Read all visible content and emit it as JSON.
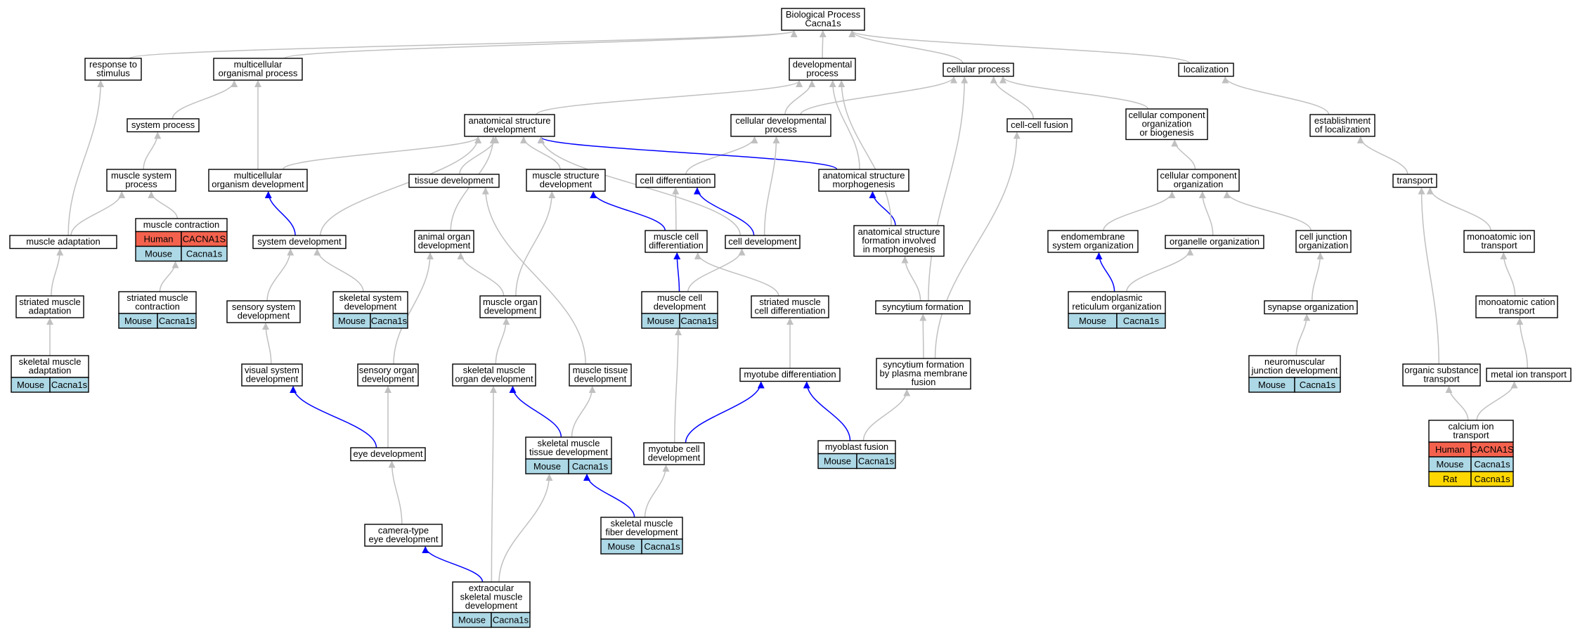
{
  "colors": {
    "edge_gray": "#c0c0c0",
    "edge_blue": "#0000ff",
    "human": "#f4624e",
    "mouse": "#add8e6",
    "rat": "#ffd700",
    "node_stroke": "#000000"
  },
  "nodes": {
    "bp": {
      "lines": [
        "Biological Process",
        "Cacna1s"
      ]
    },
    "resp": {
      "lines": [
        "response to",
        "stimulus"
      ]
    },
    "multi": {
      "lines": [
        "multicellular",
        "organismal process"
      ]
    },
    "devp": {
      "lines": [
        "developmental",
        "process"
      ]
    },
    "cellp": {
      "lines": [
        "cellular process"
      ]
    },
    "loc": {
      "lines": [
        "localization"
      ]
    },
    "asd": {
      "lines": [
        "anatomical structure",
        "development"
      ]
    },
    "cdp": {
      "lines": [
        "cellular developmental",
        "process"
      ]
    },
    "ccf": {
      "lines": [
        "cell-cell fusion"
      ]
    },
    "ccob": {
      "lines": [
        "cellular component",
        "organization",
        "or biogenesis"
      ]
    },
    "eol": {
      "lines": [
        "establishment",
        "of localization"
      ]
    },
    "sysp": {
      "lines": [
        "system process"
      ]
    },
    "msp": {
      "lines": [
        "muscle system",
        "process"
      ]
    },
    "mod": {
      "lines": [
        "multicellular",
        "organism development"
      ]
    },
    "tisd": {
      "lines": [
        "tissue development"
      ]
    },
    "msd": {
      "lines": [
        "muscle structure",
        "development"
      ]
    },
    "cdiff": {
      "lines": [
        "cell differentiation"
      ]
    },
    "asm": {
      "lines": [
        "anatomical structure",
        "morphogenesis"
      ]
    },
    "cco": {
      "lines": [
        "cellular component",
        "organization"
      ]
    },
    "trans": {
      "lines": [
        "transport"
      ]
    },
    "mcon": {
      "lines": [
        "muscle contraction"
      ],
      "genes": [
        [
          "Human",
          "CACNA1S"
        ],
        [
          "Mouse",
          "Cacna1s"
        ]
      ]
    },
    "madapt": {
      "lines": [
        "muscle adaptation"
      ]
    },
    "sysd": {
      "lines": [
        "system development"
      ]
    },
    "aod": {
      "lines": [
        "animal organ",
        "development"
      ]
    },
    "mcd": {
      "lines": [
        "muscle cell",
        "differentiation"
      ]
    },
    "celld": {
      "lines": [
        "cell development"
      ]
    },
    "asfim": {
      "lines": [
        "anatomical structure",
        "formation involved",
        "in morphogenesis"
      ]
    },
    "emso": {
      "lines": [
        "endomembrane",
        "system organization"
      ]
    },
    "orgo": {
      "lines": [
        "organelle organization"
      ]
    },
    "cjo": {
      "lines": [
        "cell junction",
        "organization"
      ]
    },
    "mit": {
      "lines": [
        "monoatomic ion",
        "transport"
      ]
    },
    "sma": {
      "lines": [
        "striated muscle",
        "adaptation"
      ]
    },
    "smc": {
      "lines": [
        "striated muscle",
        "contraction"
      ],
      "genes": [
        [
          "Mouse",
          "Cacna1s"
        ]
      ]
    },
    "ssd": {
      "lines": [
        "sensory system",
        "development"
      ]
    },
    "sksd": {
      "lines": [
        "skeletal system",
        "development"
      ],
      "genes": [
        [
          "Mouse",
          "Cacna1s"
        ]
      ]
    },
    "mod2": {
      "lines": [
        "muscle organ",
        "development"
      ]
    },
    "mcdev": {
      "lines": [
        "muscle cell",
        "development"
      ],
      "genes": [
        [
          "Mouse",
          "Cacna1s"
        ]
      ]
    },
    "smcd": {
      "lines": [
        "striated muscle",
        "cell differentiation"
      ]
    },
    "syncf": {
      "lines": [
        "syncytium formation"
      ]
    },
    "ero": {
      "lines": [
        "endoplasmic",
        "reticulum organization"
      ],
      "genes": [
        [
          "Mouse",
          "Cacna1s"
        ]
      ]
    },
    "syno": {
      "lines": [
        "synapse organization"
      ]
    },
    "mct": {
      "lines": [
        "monoatomic cation",
        "transport"
      ]
    },
    "skma": {
      "lines": [
        "skeletal muscle",
        "adaptation"
      ],
      "genes": [
        [
          "Mouse",
          "Cacna1s"
        ]
      ]
    },
    "vsd": {
      "lines": [
        "visual system",
        "development"
      ]
    },
    "sod": {
      "lines": [
        "sensory organ",
        "development"
      ]
    },
    "skmod": {
      "lines": [
        "skeletal muscle",
        "organ development"
      ]
    },
    "mtd": {
      "lines": [
        "muscle tissue",
        "development"
      ]
    },
    "myod": {
      "lines": [
        "myotube differentiation"
      ]
    },
    "sfpm": {
      "lines": [
        "syncytium formation",
        "by plasma membrane",
        "fusion"
      ]
    },
    "njd": {
      "lines": [
        "neuromuscular",
        "junction development"
      ],
      "genes": [
        [
          "Mouse",
          "Cacna1s"
        ]
      ]
    },
    "ost": {
      "lines": [
        "organic substance",
        "transport"
      ]
    },
    "mitr": {
      "lines": [
        "metal ion transport"
      ]
    },
    "eyed": {
      "lines": [
        "eye development"
      ]
    },
    "skmtd": {
      "lines": [
        "skeletal muscle",
        "tissue development"
      ],
      "genes": [
        [
          "Mouse",
          "Cacna1s"
        ]
      ]
    },
    "myocd": {
      "lines": [
        "myotube cell",
        "development"
      ]
    },
    "myof": {
      "lines": [
        "myoblast fusion"
      ],
      "genes": [
        [
          "Mouse",
          "Cacna1s"
        ]
      ]
    },
    "cit": {
      "lines": [
        "calcium ion",
        "transport"
      ],
      "genes": [
        [
          "Human",
          "CACNA1S"
        ],
        [
          "Mouse",
          "Cacna1s"
        ],
        [
          "Rat",
          "Cacna1s"
        ]
      ]
    },
    "cted": {
      "lines": [
        "camera-type",
        "eye development"
      ]
    },
    "skmfd": {
      "lines": [
        "skeletal muscle",
        "fiber development"
      ],
      "genes": [
        [
          "Mouse",
          "Cacna1s"
        ]
      ]
    },
    "eskmd": {
      "lines": [
        "extraocular",
        "skeletal muscle",
        "development"
      ],
      "genes": [
        [
          "Mouse",
          "Cacna1s"
        ]
      ]
    }
  },
  "edges": [
    {
      "from": "resp",
      "to": "bp",
      "color": "gray"
    },
    {
      "from": "multi",
      "to": "bp",
      "color": "gray"
    },
    {
      "from": "devp",
      "to": "bp",
      "color": "gray"
    },
    {
      "from": "cellp",
      "to": "bp",
      "color": "gray"
    },
    {
      "from": "loc",
      "to": "bp",
      "color": "gray"
    },
    {
      "from": "asd",
      "to": "devp",
      "color": "gray"
    },
    {
      "from": "cdp",
      "to": "devp",
      "color": "gray"
    },
    {
      "from": "cdp",
      "to": "cellp",
      "color": "gray"
    },
    {
      "from": "ccf",
      "to": "cellp",
      "color": "gray"
    },
    {
      "from": "ccob",
      "to": "cellp",
      "color": "gray"
    },
    {
      "from": "eol",
      "to": "loc",
      "color": "gray"
    },
    {
      "from": "sysp",
      "to": "multi",
      "color": "gray"
    },
    {
      "from": "msp",
      "to": "sysp",
      "color": "gray"
    },
    {
      "from": "mod",
      "to": "multi",
      "color": "gray"
    },
    {
      "from": "mod",
      "to": "asd",
      "color": "gray"
    },
    {
      "from": "tisd",
      "to": "asd",
      "color": "gray"
    },
    {
      "from": "msd",
      "to": "asd",
      "color": "gray"
    },
    {
      "from": "cdiff",
      "to": "cdp",
      "color": "gray"
    },
    {
      "from": "asm",
      "to": "asd",
      "color": "blue"
    },
    {
      "from": "asm",
      "to": "devp",
      "color": "gray"
    },
    {
      "from": "cco",
      "to": "ccob",
      "color": "gray"
    },
    {
      "from": "trans",
      "to": "eol",
      "color": "gray"
    },
    {
      "from": "mcon",
      "to": "msp",
      "color": "gray"
    },
    {
      "from": "madapt",
      "to": "resp",
      "color": "gray"
    },
    {
      "from": "madapt",
      "to": "msp",
      "color": "gray"
    },
    {
      "from": "sysd",
      "to": "mod",
      "color": "blue"
    },
    {
      "from": "sysd",
      "to": "asd",
      "color": "gray"
    },
    {
      "from": "aod",
      "to": "asd",
      "color": "gray"
    },
    {
      "from": "mcd",
      "to": "cdiff",
      "color": "gray"
    },
    {
      "from": "mcd",
      "to": "msd",
      "color": "blue"
    },
    {
      "from": "celld",
      "to": "cdiff",
      "color": "blue"
    },
    {
      "from": "celld",
      "to": "cdp",
      "color": "gray"
    },
    {
      "from": "celld",
      "to": "asd",
      "color": "gray"
    },
    {
      "from": "asfim",
      "to": "asm",
      "color": "blue"
    },
    {
      "from": "asfim",
      "to": "devp",
      "color": "gray"
    },
    {
      "from": "emso",
      "to": "cco",
      "color": "gray"
    },
    {
      "from": "orgo",
      "to": "cco",
      "color": "gray"
    },
    {
      "from": "cjo",
      "to": "cco",
      "color": "gray"
    },
    {
      "from": "mit",
      "to": "trans",
      "color": "gray"
    },
    {
      "from": "sma",
      "to": "madapt",
      "color": "gray"
    },
    {
      "from": "smc",
      "to": "mcon",
      "color": "gray"
    },
    {
      "from": "ssd",
      "to": "sysd",
      "color": "gray"
    },
    {
      "from": "sksd",
      "to": "sysd",
      "color": "gray"
    },
    {
      "from": "mod2",
      "to": "aod",
      "color": "gray"
    },
    {
      "from": "mod2",
      "to": "msd",
      "color": "gray"
    },
    {
      "from": "mcdev",
      "to": "mcd",
      "color": "blue"
    },
    {
      "from": "mcdev",
      "to": "celld",
      "color": "gray"
    },
    {
      "from": "smcd",
      "to": "mcd",
      "color": "gray"
    },
    {
      "from": "syncf",
      "to": "asfim",
      "color": "gray"
    },
    {
      "from": "syncf",
      "to": "cellp",
      "color": "gray"
    },
    {
      "from": "ero",
      "to": "emso",
      "color": "blue"
    },
    {
      "from": "ero",
      "to": "orgo",
      "color": "gray"
    },
    {
      "from": "syno",
      "to": "cjo",
      "color": "gray"
    },
    {
      "from": "mct",
      "to": "mit",
      "color": "gray"
    },
    {
      "from": "skma",
      "to": "sma",
      "color": "gray"
    },
    {
      "from": "vsd",
      "to": "ssd",
      "color": "gray"
    },
    {
      "from": "sod",
      "to": "aod",
      "color": "gray"
    },
    {
      "from": "skmod",
      "to": "mod2",
      "color": "gray"
    },
    {
      "from": "mtd",
      "to": "tisd",
      "color": "gray"
    },
    {
      "from": "myod",
      "to": "smcd",
      "color": "gray"
    },
    {
      "from": "sfpm",
      "to": "syncf",
      "color": "gray"
    },
    {
      "from": "sfpm",
      "to": "ccf",
      "color": "gray"
    },
    {
      "from": "njd",
      "to": "syno",
      "color": "gray"
    },
    {
      "from": "ost",
      "to": "trans",
      "color": "gray"
    },
    {
      "from": "mitr",
      "to": "mct",
      "color": "gray"
    },
    {
      "from": "eyed",
      "to": "vsd",
      "color": "blue"
    },
    {
      "from": "eyed",
      "to": "sod",
      "color": "gray"
    },
    {
      "from": "skmtd",
      "to": "skmod",
      "color": "blue"
    },
    {
      "from": "skmtd",
      "to": "mtd",
      "color": "gray"
    },
    {
      "from": "myocd",
      "to": "mcdev",
      "color": "gray"
    },
    {
      "from": "myocd",
      "to": "myod",
      "color": "blue"
    },
    {
      "from": "myof",
      "to": "myod",
      "color": "blue"
    },
    {
      "from": "myof",
      "to": "sfpm",
      "color": "gray"
    },
    {
      "from": "cit",
      "to": "ost",
      "color": "gray"
    },
    {
      "from": "cit",
      "to": "mitr",
      "color": "gray"
    },
    {
      "from": "cted",
      "to": "eyed",
      "color": "gray"
    },
    {
      "from": "skmfd",
      "to": "skmtd",
      "color": "blue"
    },
    {
      "from": "skmfd",
      "to": "myocd",
      "color": "gray"
    },
    {
      "from": "eskmd",
      "to": "cted",
      "color": "blue"
    },
    {
      "from": "eskmd",
      "to": "skmod",
      "color": "gray"
    },
    {
      "from": "eskmd",
      "to": "skmtd",
      "color": "gray"
    }
  ]
}
